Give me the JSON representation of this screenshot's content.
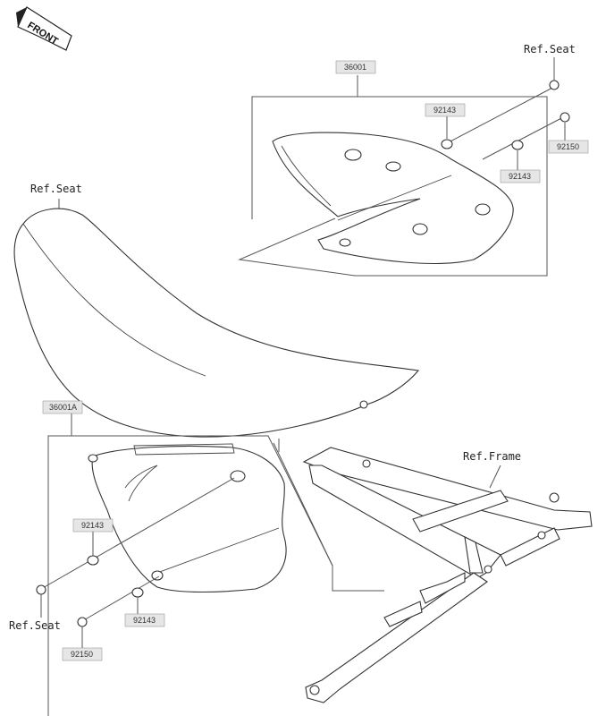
{
  "compass": {
    "label": "FRONT"
  },
  "labels": {
    "ref_seat_top": "Ref.Seat",
    "ref_seat_left": "Ref.Seat",
    "ref_seat_bottom": "Ref.Seat",
    "ref_frame": "Ref.Frame",
    "part_36001": "36001",
    "part_36001a": "36001A",
    "washer_top_left": "92143",
    "washer_top_right": "92143",
    "bolt_top": "92150",
    "washer_bottom_upper": "92143",
    "washer_bottom_lower": "92143",
    "bolt_bottom": "92150"
  }
}
